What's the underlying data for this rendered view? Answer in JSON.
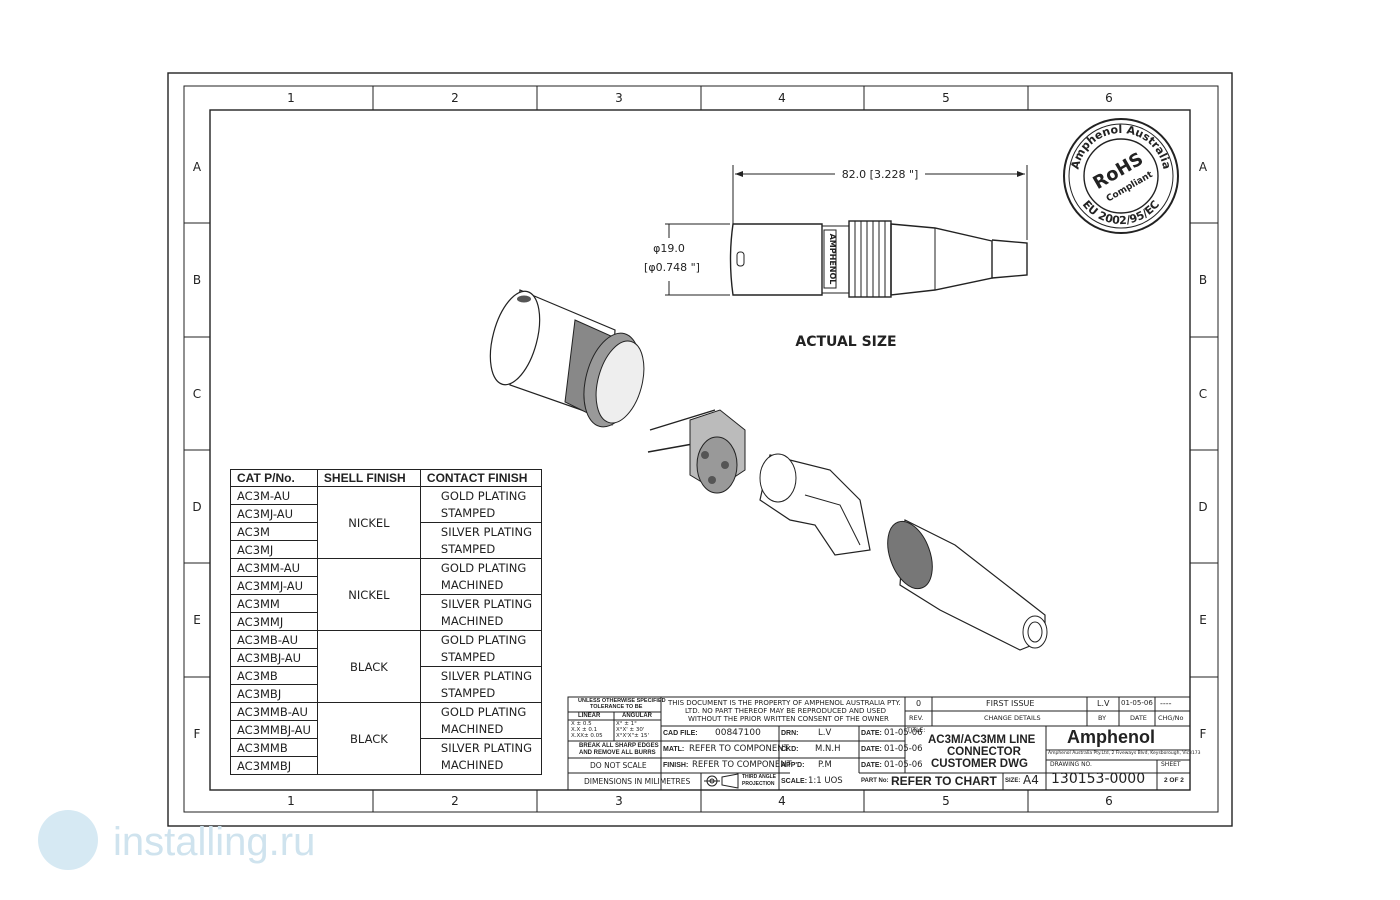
{
  "grid": {
    "columns": [
      "1",
      "2",
      "3",
      "4",
      "5",
      "6"
    ],
    "rows": [
      "A",
      "B",
      "C",
      "D",
      "E",
      "F"
    ]
  },
  "dimensions": {
    "length": "82.0 [3.228 \"]",
    "diameter_mm": "φ19.0",
    "diameter_in": "[φ0.748 \"]"
  },
  "labels": {
    "actual_size": "ACTUAL SIZE",
    "brand_on_shell": "AMPHENOL"
  },
  "rohs_seal": {
    "top_text": "Amphenol Australia",
    "center_text": "RoHS",
    "compliant": "Compliant",
    "bottom_text": "EU 2002/95/EC"
  },
  "catalog_table": {
    "headers": [
      "CAT P/No.",
      "SHELL FINISH",
      "CONTACT FINISH"
    ],
    "groups": [
      {
        "shell": "NICKEL",
        "parts": [
          "AC3M-AU",
          "AC3MJ-AU",
          "AC3M",
          "AC3MJ"
        ],
        "finishes": [
          "GOLD PLATING",
          "STAMPED",
          "SILVER PLATING",
          "STAMPED"
        ]
      },
      {
        "shell": "NICKEL",
        "parts": [
          "AC3MM-AU",
          "AC3MMJ-AU",
          "AC3MM",
          "AC3MMJ"
        ],
        "finishes": [
          "GOLD PLATING",
          "MACHINED",
          "SILVER PLATING",
          "MACHINED"
        ]
      },
      {
        "shell": "BLACK",
        "parts": [
          "AC3MB-AU",
          "AC3MBJ-AU",
          "AC3MB",
          "AC3MBJ"
        ],
        "finishes": [
          "GOLD PLATING",
          "STAMPED",
          "SILVER PLATING",
          "STAMPED"
        ]
      },
      {
        "shell": "BLACK",
        "parts": [
          "AC3MMB-AU",
          "AC3MMBJ-AU",
          "AC3MMB",
          "AC3MMBJ"
        ],
        "finishes": [
          "GOLD PLATING",
          "MACHINED",
          "SILVER PLATING",
          "MACHINED"
        ]
      }
    ]
  },
  "title_block": {
    "tolerance_head": "UNLESS OTHERWISE SPECIFIED",
    "tolerance_head2": "TOLERANCE TO BE",
    "linear": "LINEAR",
    "angular": "ANGULAR",
    "lin_rows": [
      "X ±    0.5",
      "X.X ±   0.1",
      "X.XX±  0.05"
    ],
    "ang_rows": [
      "X°  ±    1°",
      "X°X' ±   30'",
      "X°X'X\"±  15'"
    ],
    "burrs": "BREAK ALL SHARP EDGES",
    "burrs2": "AND REMOVE ALL BURRS",
    "do_not_scale": "DO NOT SCALE",
    "dims_in": "DIMENSIONS IN MILIMETRES",
    "projection": "THIRD ANGLE",
    "projection2": "PROJECTION",
    "property_1": "THIS DOCUMENT IS THE PROPERTY OF AMPHENOL AUSTRALIA PTY.",
    "property_2": "LTD.  NO PART THEREOF MAY BE REPRODUCED AND USED",
    "property_3": "WITHOUT THE PRIOR WRITTEN CONSENT OF THE OWNER",
    "cad_file_label": "CAD FILE:",
    "cad_file": "00847100",
    "matl_label": "MATL:",
    "matl": "REFER TO COMPONENT",
    "finish_label": "FINISH:",
    "finish": "REFER TO COMPONENT",
    "scale_label": "SCALE:",
    "scale": "1:1 UOS",
    "drn_label": "DRN:",
    "drn": "L.V",
    "ckd_label": "CKD:",
    "ckd": "M.N.H",
    "appd_label": "APP'D:",
    "appd": "P.M",
    "date_label": "DATE:",
    "date": "01-05-06",
    "rev": "0",
    "rev_desc": "FIRST ISSUE",
    "rev_by": "L.V",
    "rev_date": "01-05-06",
    "rev_chg": "----",
    "rev_label": "REV.",
    "change_details": "CHANGE DETAILS",
    "by_label": "BY",
    "date_col": "DATE",
    "chg_label": "CHG/No",
    "title_label": "TITLE:",
    "title_1": "AC3M/AC3MM LINE",
    "title_2": "CONNECTOR",
    "title_3": "CUSTOMER DWG",
    "company": "Amphenol",
    "company_address": "Amphenol Australia Pty.Ltd, 2 Fiveways Blvd, Keysborough, Vic3173",
    "drawing_no_label": "DRAWING NO.",
    "drawing_no": "130153-0000",
    "sheet_label": "SHEET",
    "sheet": "2 OF 2",
    "part_no_label": "PART No:",
    "part_no": "REFER TO CHART",
    "size_label": "SIZE:",
    "size": "A4"
  },
  "watermark": {
    "text": "installing.ru"
  }
}
